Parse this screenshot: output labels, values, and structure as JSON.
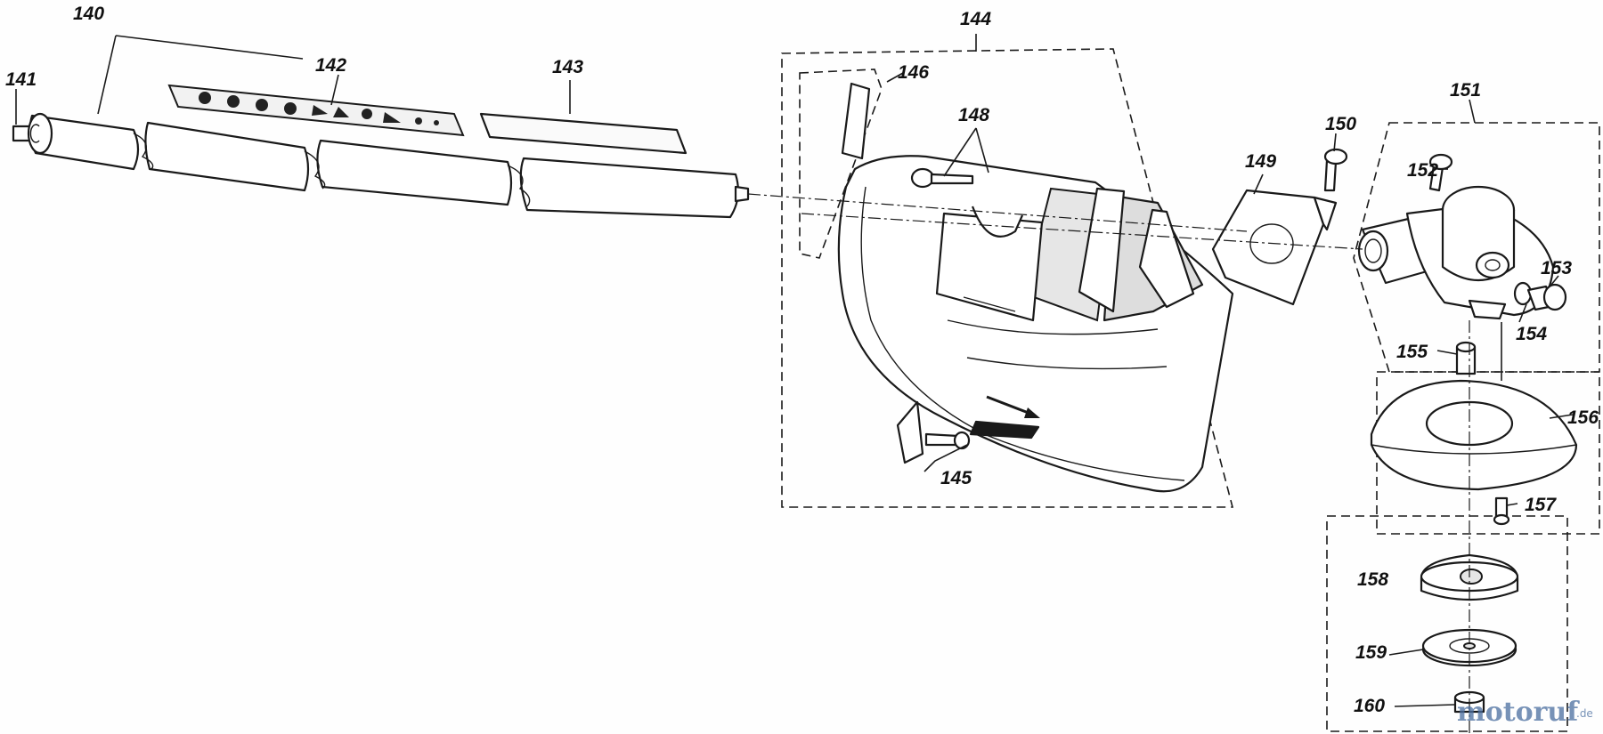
{
  "diagram": {
    "part_numbers": [
      {
        "id": "140",
        "label": "140"
      },
      {
        "id": "141",
        "label": "141"
      },
      {
        "id": "142",
        "label": "142"
      },
      {
        "id": "143",
        "label": "143"
      },
      {
        "id": "144",
        "label": "144"
      },
      {
        "id": "145",
        "label": "145"
      },
      {
        "id": "146",
        "label": "146"
      },
      {
        "id": "148",
        "label": "148"
      },
      {
        "id": "149",
        "label": "149"
      },
      {
        "id": "150",
        "label": "150"
      },
      {
        "id": "151",
        "label": "151"
      },
      {
        "id": "152",
        "label": "152"
      },
      {
        "id": "153",
        "label": "153"
      },
      {
        "id": "154",
        "label": "154"
      },
      {
        "id": "155",
        "label": "155"
      },
      {
        "id": "156",
        "label": "156"
      },
      {
        "id": "157",
        "label": "157"
      },
      {
        "id": "158",
        "label": "158"
      },
      {
        "id": "159",
        "label": "159"
      },
      {
        "id": "160",
        "label": "160"
      }
    ]
  },
  "watermark": {
    "brand": "motoruf",
    "suffix": ".de"
  },
  "colors": {
    "ink": "#1a1a1a",
    "background": "#fefefe",
    "watermark": "#4a6ea0"
  }
}
